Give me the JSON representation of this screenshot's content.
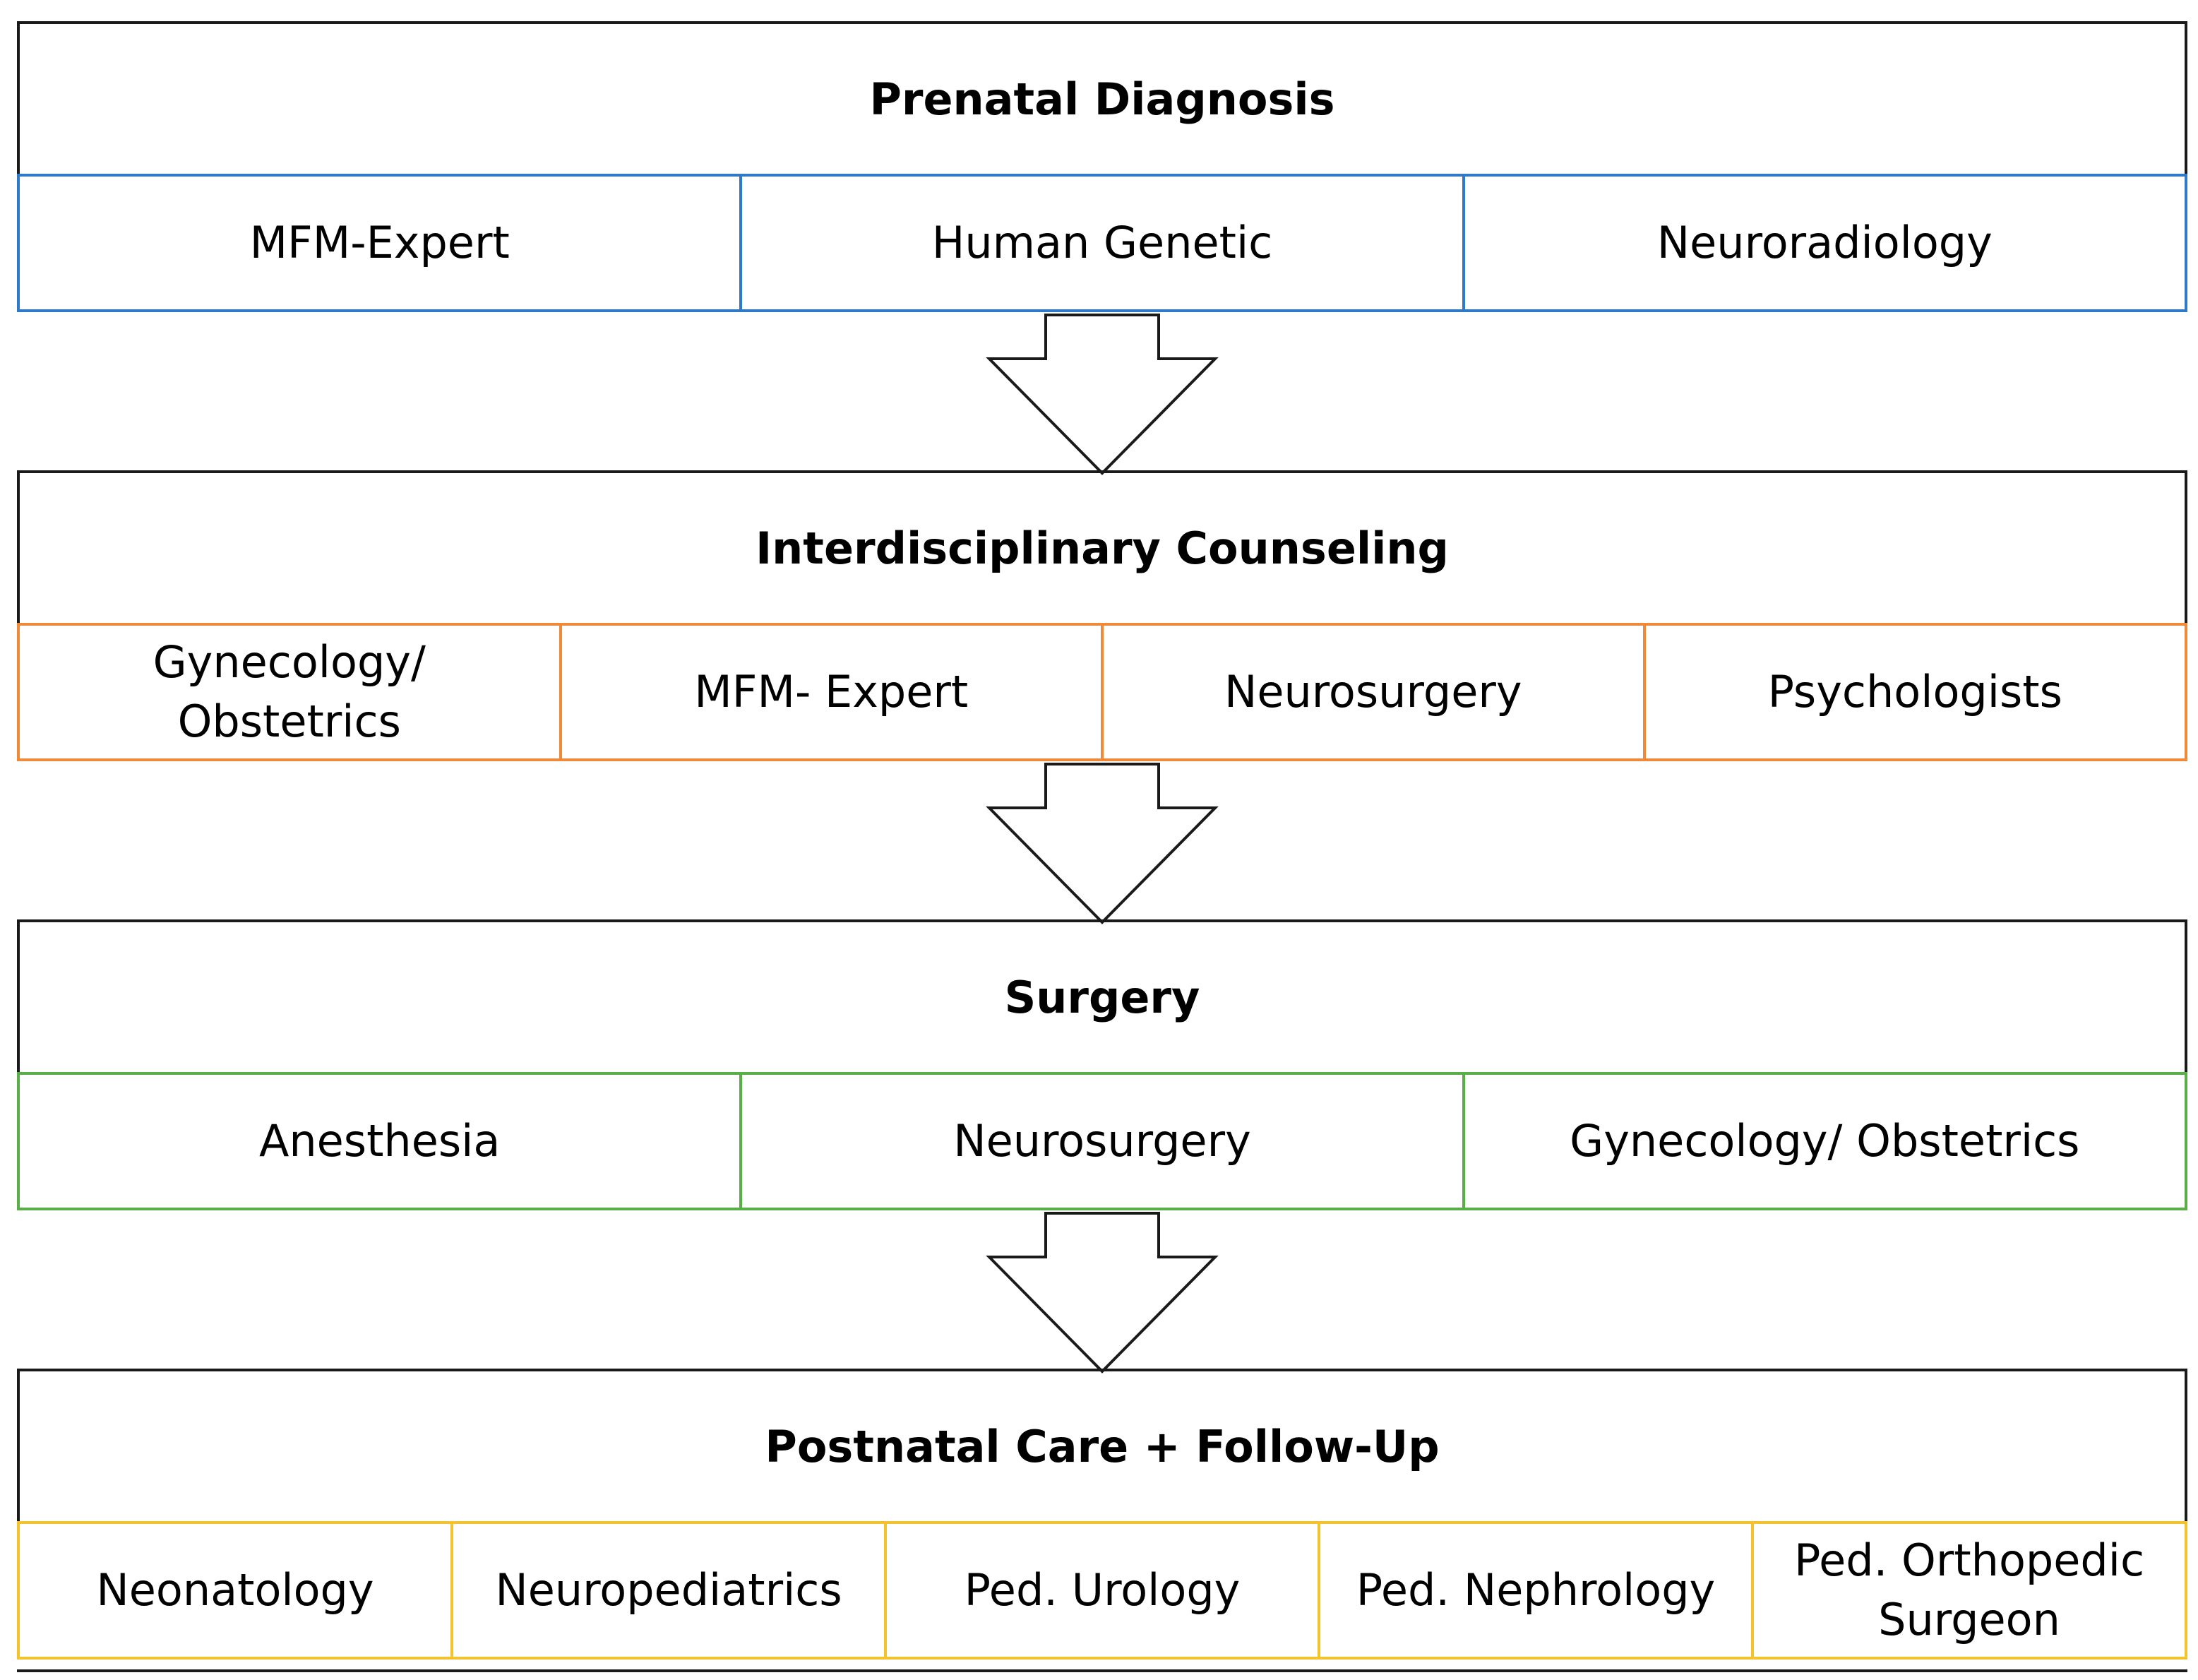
{
  "colors": {
    "prenatal": "#2f7ac8",
    "counseling": "#ef8a3a",
    "surgery": "#5aae47",
    "postnatal": "#f3c22c",
    "stroke": "#1a1a1a"
  },
  "stages": [
    {
      "title": "Prenatal Diagnosis",
      "cells": [
        "MFM-Expert",
        "Human Genetic",
        "Neuroradiology"
      ]
    },
    {
      "title": "Interdisciplinary Counseling",
      "cells": [
        "Gynecology/\nObstetrics",
        "MFM- Expert",
        "Neurosurgery",
        "Psychologists"
      ]
    },
    {
      "title": "Surgery",
      "cells": [
        "Anesthesia",
        "Neurosurgery",
        "Gynecology/ Obstetrics"
      ]
    },
    {
      "title": "Postnatal Care + Follow-Up",
      "cells": [
        "Neonatology",
        "Neuropediatrics",
        "Ped. Urology",
        "Ped. Nephrology",
        "Ped. Orthopedic\nSurgeon"
      ]
    }
  ]
}
